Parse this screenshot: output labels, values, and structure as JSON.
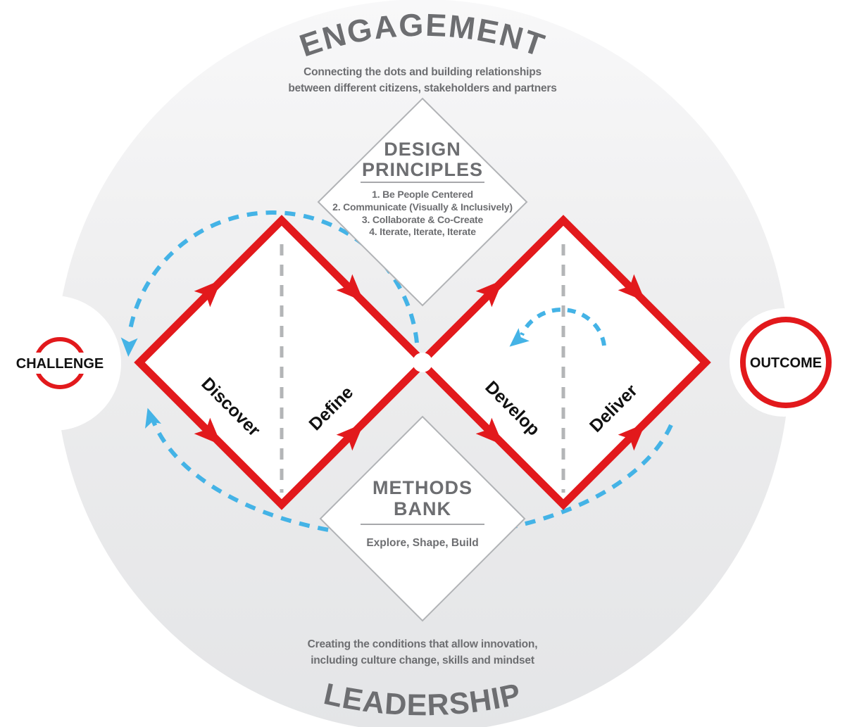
{
  "engagement": {
    "title": "ENGAGEMENT",
    "subtitle_line1": "Connecting the dots and building relationships",
    "subtitle_line2": "between different citizens, stakeholders and partners"
  },
  "leadership": {
    "title": "LEADERSHIP",
    "subtitle_line1": "Creating the conditions that allow innovation,",
    "subtitle_line2": "including culture change, skills and mindset"
  },
  "design_principles": {
    "title_line1": "DESIGN",
    "title_line2": "PRINCIPLES",
    "items": [
      "1. Be People Centered",
      "2. Communicate (Visually & Inclusively)",
      "3. Collaborate & Co-Create",
      "4. Iterate, Iterate, Iterate"
    ]
  },
  "methods_bank": {
    "title_line1": "METHODS",
    "title_line2": "BANK",
    "subtitle": "Explore, Shape, Build"
  },
  "stages": {
    "discover": "Discover",
    "define": "Define",
    "develop": "Develop",
    "deliver": "Deliver"
  },
  "challenge": {
    "label": "CHALLENGE"
  },
  "outcome": {
    "label": "OUTCOME"
  },
  "colors": {
    "process_red": "#e2191c",
    "iteration_blue": "#44b3e6",
    "text_gray": "#6d6e71",
    "text_black": "#111111",
    "border_gray": "#b1b3b6",
    "background_circle": "#ececed"
  }
}
